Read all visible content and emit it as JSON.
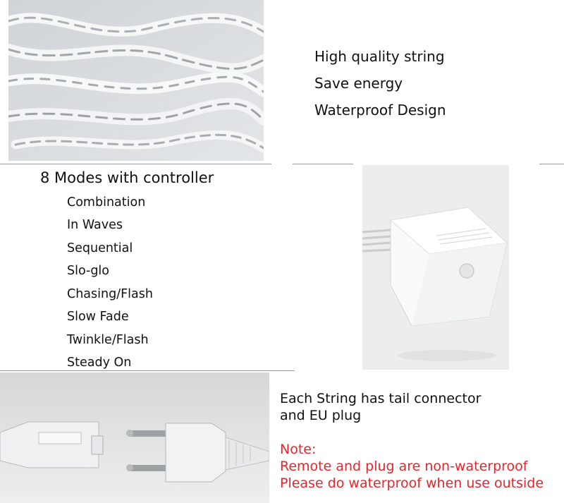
{
  "features": [
    "High quality string",
    "Save energy",
    "Waterproof Design"
  ],
  "modes": {
    "title": "8 Modes with controller",
    "items": [
      "Combination",
      "In Waves",
      "Sequential",
      "Slo-glo",
      "Chasing/Flash",
      "Slow Fade",
      "Twinkle/Flash",
      "Steady On"
    ]
  },
  "connector": {
    "lines": [
      "Each String has tail connector",
      "and EU plug"
    ]
  },
  "note": {
    "heading": "Note:",
    "lines": [
      "Remote and plug are non-waterproof",
      "Please do waterproof when use outside"
    ],
    "color": "#e8232b"
  }
}
